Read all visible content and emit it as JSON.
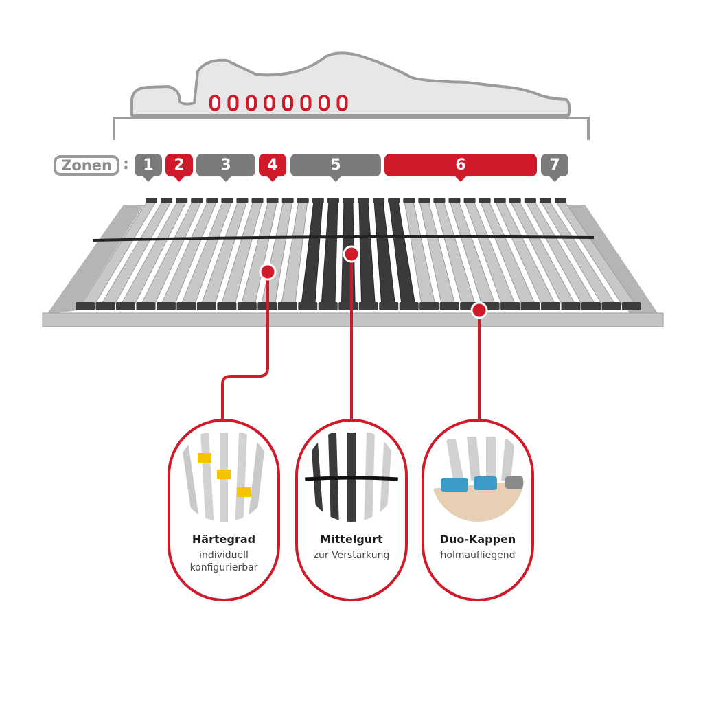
{
  "colors": {
    "accent": "#d01a2a",
    "gray_zone": "#7b7b7b",
    "frame": "#a7a7a7",
    "slat": "#c8c8c8",
    "slat_dark": "#3a3a3a",
    "pillow": "#e7e7e7"
  },
  "zones": {
    "label": "Zonen",
    "colon": ":",
    "items": [
      {
        "label": "1",
        "highlighted": false
      },
      {
        "label": "2",
        "highlighted": true
      },
      {
        "label": "3",
        "highlighted": false
      },
      {
        "label": "4",
        "highlighted": true
      },
      {
        "label": "5",
        "highlighted": false
      },
      {
        "label": "6",
        "highlighted": true
      },
      {
        "label": "7",
        "highlighted": false
      }
    ]
  },
  "features": [
    {
      "title": "Härtegrad",
      "subtitle_lines": [
        "individuell",
        "konfigurierbar"
      ],
      "icon": "slat-hardness-slider-icon"
    },
    {
      "title": "Mittelgurt",
      "subtitle_lines": [
        "zur Verstärkung"
      ],
      "icon": "center-strap-icon"
    },
    {
      "title": "Duo-Kappen",
      "subtitle_lines": [
        "holmaufliegend"
      ],
      "icon": "duo-caps-icon"
    }
  ]
}
